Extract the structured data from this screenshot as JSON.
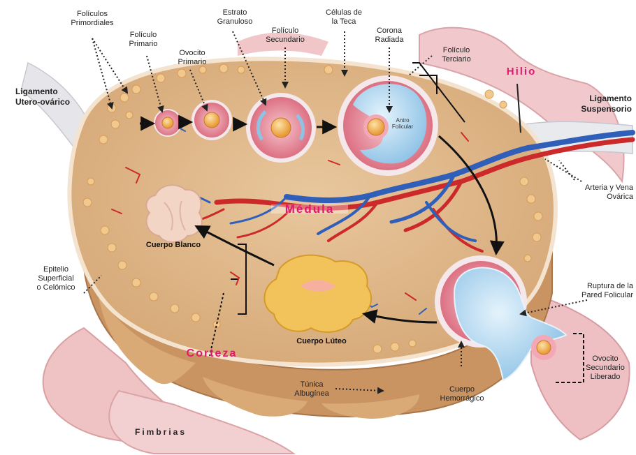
{
  "colors": {
    "background": "#ffffff",
    "tissue": "#e0b88c",
    "tissue_dark": "#c99a68",
    "capsule": "#ecd4b4",
    "follicle_ring": "#d96a7d",
    "antrum": "#b9dcf2",
    "oocyte": "#f3b24c",
    "corpus_luteum": "#f2c35a",
    "corpus_albicans": "#f3d5c6",
    "artery": "#cc2a2a",
    "vein": "#2f5fb8",
    "highlight_text": "#e0186e",
    "fimbria": "#eebcc0"
  },
  "labels": {
    "primordial_follicles": [
      "Folículos",
      "Primordiales"
    ],
    "primary_follicle": [
      "Folículo",
      "Primario"
    ],
    "primary_oocyte": [
      "Ovocito",
      "Primario"
    ],
    "stratum_granulosum": [
      "Estrato",
      "Granuloso"
    ],
    "secondary_follicle": [
      "Folículo",
      "Secundario"
    ],
    "theca_cells": [
      "Células de",
      "la Teca"
    ],
    "corona_radiata": [
      "Corona",
      "Radiada"
    ],
    "tertiary_follicle": [
      "Folículo",
      "Terciario"
    ],
    "hilum": "Hilio",
    "utero_ovarian_ligament": [
      "Ligamento",
      "Utero-ovárico"
    ],
    "suspensory_ligament": [
      "Ligamento",
      "Suspensorio"
    ],
    "antrum_label": [
      "Antro",
      "Folicular"
    ],
    "medulla": "Médula",
    "ovarian_vessels": [
      "Arteria y Vena",
      "Ovárica"
    ],
    "corpus_albicans": "Cuerpo Blanco",
    "surface_epithelium": [
      "Epitelio",
      "Superficial",
      "o Celómico"
    ],
    "follicle_rupture": [
      "Ruptura de la",
      "Pared Folicular"
    ],
    "corpus_luteum": "Cuerpo Lúteo",
    "cortex": "Corteza",
    "secondary_oocyte_released": [
      "Ovocito",
      "Secundario",
      "Liberado"
    ],
    "tunica_albuginea": [
      "Túnica",
      "Albugínea"
    ],
    "corpus_hemorrhagicum": [
      "Cuerpo",
      "Hemorrágico"
    ],
    "fimbriae": "Fimbrias"
  }
}
